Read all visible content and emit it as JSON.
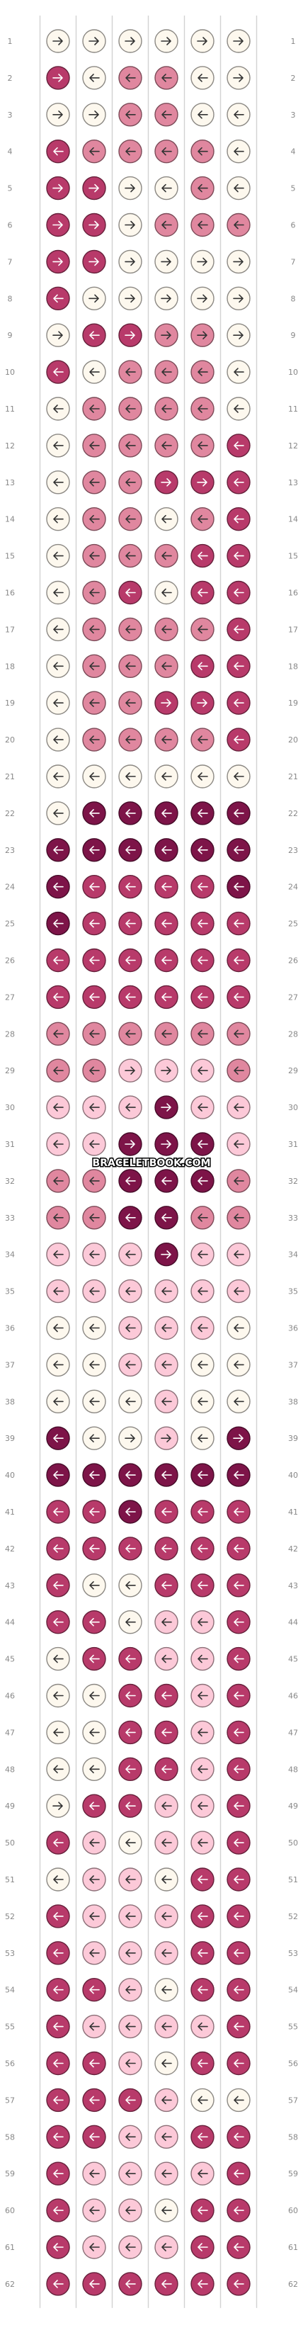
{
  "watermark": "BRACELETBOOK.COM",
  "palette": {
    "A": "#fdf8ee",
    "B": "#b83a6a",
    "C": "#e0879f",
    "D": "#fcc9d8",
    "E": "#7d1448"
  },
  "icons": {
    "knot_right": "arrow-right",
    "knot_left": "arrow-left"
  },
  "rows": [
    {
      "num": "1",
      "knots": [
        "A>",
        "A>",
        "A>",
        "A>",
        "A>",
        "A>"
      ]
    },
    {
      "num": "2",
      "knots": [
        "B>",
        "A<",
        "C<",
        "C<",
        "A<",
        "A>"
      ]
    },
    {
      "num": "3",
      "knots": [
        "A>",
        "A>",
        "C<",
        "C<",
        "A<",
        "A<"
      ]
    },
    {
      "num": "4",
      "knots": [
        "B<",
        "C<",
        "C<",
        "C<",
        "C<",
        "A<"
      ]
    },
    {
      "num": "5",
      "knots": [
        "B>",
        "B>",
        "A>",
        "A<",
        "C<",
        "A<"
      ]
    },
    {
      "num": "6",
      "knots": [
        "B>",
        "B>",
        "A>",
        "C<",
        "C<",
        "C<"
      ]
    },
    {
      "num": "7",
      "knots": [
        "B>",
        "B>",
        "A>",
        "A>",
        "A>",
        "A>"
      ]
    },
    {
      "num": "8",
      "knots": [
        "B<",
        "A>",
        "A>",
        "A>",
        "A>",
        "A>"
      ]
    },
    {
      "num": "9",
      "knots": [
        "A>",
        "B<",
        "B>",
        "C>",
        "C>",
        "A>"
      ]
    },
    {
      "num": "10",
      "knots": [
        "B<",
        "A<",
        "C<",
        "C<",
        "C<",
        "A<"
      ]
    },
    {
      "num": "11",
      "knots": [
        "A<",
        "C<",
        "C<",
        "C<",
        "C<",
        "A<"
      ]
    },
    {
      "num": "12",
      "knots": [
        "A<",
        "C<",
        "C<",
        "C<",
        "C<",
        "B<"
      ]
    },
    {
      "num": "13",
      "knots": [
        "A<",
        "C<",
        "C<",
        "B>",
        "B>",
        "B<"
      ]
    },
    {
      "num": "14",
      "knots": [
        "A<",
        "C<",
        "C<",
        "A<",
        "C<",
        "B<"
      ]
    },
    {
      "num": "15",
      "knots": [
        "A<",
        "C<",
        "C<",
        "C<",
        "B<",
        "B<"
      ]
    },
    {
      "num": "16",
      "knots": [
        "A<",
        "C<",
        "B<",
        "A<",
        "B<",
        "B<"
      ]
    },
    {
      "num": "17",
      "knots": [
        "A<",
        "C<",
        "C<",
        "C<",
        "C<",
        "B<"
      ]
    },
    {
      "num": "18",
      "knots": [
        "A<",
        "C<",
        "C<",
        "C<",
        "B<",
        "B<"
      ]
    },
    {
      "num": "19",
      "knots": [
        "A<",
        "C<",
        "C<",
        "B>",
        "B>",
        "B<"
      ]
    },
    {
      "num": "20",
      "knots": [
        "A<",
        "C<",
        "C<",
        "C<",
        "C<",
        "B<"
      ]
    },
    {
      "num": "21",
      "knots": [
        "A<",
        "A<",
        "A<",
        "A<",
        "A<",
        "A<"
      ]
    },
    {
      "num": "22",
      "knots": [
        "A<",
        "E<",
        "E<",
        "E<",
        "E<",
        "E<"
      ]
    },
    {
      "num": "23",
      "knots": [
        "E<",
        "E<",
        "E<",
        "E<",
        "E<",
        "E<"
      ]
    },
    {
      "num": "24",
      "knots": [
        "E<",
        "B<",
        "B<",
        "B<",
        "B<",
        "E<"
      ]
    },
    {
      "num": "25",
      "knots": [
        "E<",
        "B<",
        "B<",
        "B<",
        "B<",
        "B<"
      ]
    },
    {
      "num": "26",
      "knots": [
        "B<",
        "B<",
        "B<",
        "B<",
        "B<",
        "B<"
      ]
    },
    {
      "num": "27",
      "knots": [
        "B<",
        "B<",
        "B<",
        "B<",
        "B<",
        "B<"
      ]
    },
    {
      "num": "28",
      "knots": [
        "C<",
        "C<",
        "C<",
        "C<",
        "C<",
        "C<"
      ]
    },
    {
      "num": "29",
      "knots": [
        "C<",
        "C<",
        "D>",
        "D>",
        "D<",
        "C<"
      ]
    },
    {
      "num": "30",
      "knots": [
        "D<",
        "D<",
        "D<",
        "E>",
        "D<",
        "D<"
      ]
    },
    {
      "num": "31",
      "knots": [
        "D<",
        "D<",
        "E>",
        "E>",
        "E<",
        "D<"
      ]
    },
    {
      "num": "32",
      "knots": [
        "C<",
        "C<",
        "E<",
        "E<",
        "E<",
        "C<"
      ]
    },
    {
      "num": "33",
      "knots": [
        "C<",
        "C<",
        "E<",
        "E<",
        "C<",
        "C<"
      ]
    },
    {
      "num": "34",
      "knots": [
        "D<",
        "D<",
        "D<",
        "E>",
        "D<",
        "D<"
      ]
    },
    {
      "num": "35",
      "knots": [
        "D<",
        "D<",
        "D<",
        "D<",
        "D<",
        "D<"
      ]
    },
    {
      "num": "36",
      "knots": [
        "A<",
        "A<",
        "D<",
        "D<",
        "D<",
        "A<"
      ]
    },
    {
      "num": "37",
      "knots": [
        "A<",
        "A<",
        "D<",
        "D<",
        "A<",
        "A<"
      ]
    },
    {
      "num": "38",
      "knots": [
        "A<",
        "A<",
        "A<",
        "D<",
        "A<",
        "A<"
      ]
    },
    {
      "num": "39",
      "knots": [
        "E<",
        "A<",
        "A>",
        "D>",
        "A<",
        "E>"
      ]
    },
    {
      "num": "40",
      "knots": [
        "E<",
        "E<",
        "E<",
        "E<",
        "E<",
        "E<"
      ]
    },
    {
      "num": "41",
      "knots": [
        "B<",
        "B<",
        "E<",
        "B<",
        "B<",
        "B<"
      ]
    },
    {
      "num": "42",
      "knots": [
        "B<",
        "B<",
        "B<",
        "B<",
        "B<",
        "B<"
      ]
    },
    {
      "num": "43",
      "knots": [
        "B<",
        "A<",
        "A<",
        "B<",
        "B<",
        "B<"
      ]
    },
    {
      "num": "44",
      "knots": [
        "B<",
        "B<",
        "A<",
        "D<",
        "D<",
        "B<"
      ]
    },
    {
      "num": "45",
      "knots": [
        "A<",
        "B<",
        "B<",
        "D<",
        "D<",
        "B<"
      ]
    },
    {
      "num": "46",
      "knots": [
        "A<",
        "A<",
        "B<",
        "B<",
        "D<",
        "B<"
      ]
    },
    {
      "num": "47",
      "knots": [
        "A<",
        "A<",
        "B<",
        "B<",
        "D<",
        "B<"
      ]
    },
    {
      "num": "48",
      "knots": [
        "A<",
        "A<",
        "B<",
        "B<",
        "D<",
        "B<"
      ]
    },
    {
      "num": "49",
      "knots": [
        "A>",
        "B<",
        "B<",
        "D<",
        "D<",
        "B<"
      ]
    },
    {
      "num": "50",
      "knots": [
        "B<",
        "D<",
        "A<",
        "D<",
        "D<",
        "B<"
      ]
    },
    {
      "num": "51",
      "knots": [
        "A<",
        "D<",
        "D<",
        "A<",
        "B<",
        "B<"
      ]
    },
    {
      "num": "52",
      "knots": [
        "B<",
        "D<",
        "D<",
        "D<",
        "B<",
        "B<"
      ]
    },
    {
      "num": "53",
      "knots": [
        "B<",
        "D<",
        "D<",
        "D<",
        "B<",
        "B<"
      ]
    },
    {
      "num": "54",
      "knots": [
        "B<",
        "B<",
        "D<",
        "A<",
        "B<",
        "B<"
      ]
    },
    {
      "num": "55",
      "knots": [
        "B<",
        "D<",
        "D<",
        "D<",
        "D<",
        "B<"
      ]
    },
    {
      "num": "56",
      "knots": [
        "B<",
        "B<",
        "D<",
        "A<",
        "B<",
        "B<"
      ]
    },
    {
      "num": "57",
      "knots": [
        "B<",
        "B<",
        "B<",
        "D<",
        "A<",
        "A<"
      ]
    },
    {
      "num": "58",
      "knots": [
        "B<",
        "B<",
        "D<",
        "D<",
        "B<",
        "B<"
      ]
    },
    {
      "num": "59",
      "knots": [
        "B<",
        "D<",
        "D<",
        "D<",
        "D<",
        "B<"
      ]
    },
    {
      "num": "60",
      "knots": [
        "B<",
        "D<",
        "D<",
        "A<",
        "B<",
        "B<"
      ]
    },
    {
      "num": "61",
      "knots": [
        "B<",
        "D<",
        "D<",
        "D<",
        "B<",
        "B<"
      ]
    },
    {
      "num": "62",
      "knots": [
        "B<",
        "B<",
        "B<",
        "B<",
        "B<",
        "B<"
      ]
    }
  ]
}
